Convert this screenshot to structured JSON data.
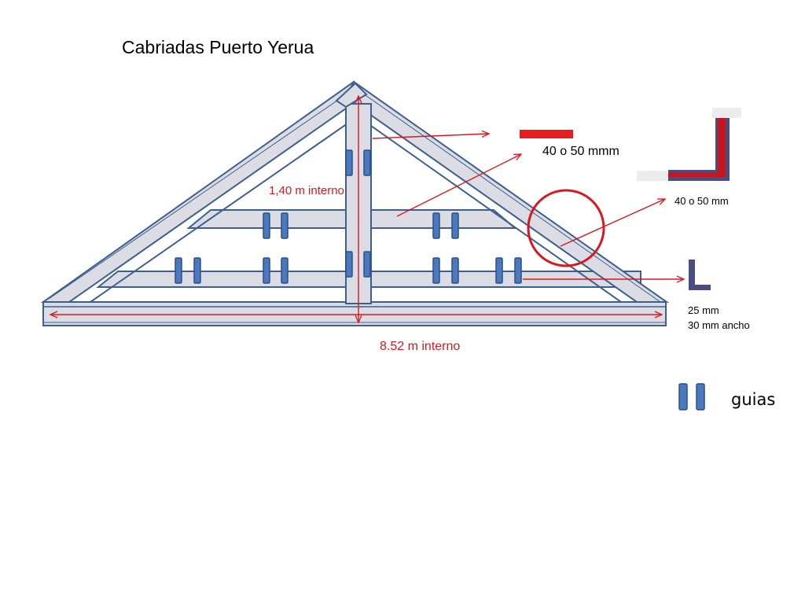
{
  "title": "Cabriadas Puerto Yerua",
  "labels": {
    "height": "1,40 m interno",
    "width": "8.52 m interno",
    "flat_bar": "40 o 50 mmm",
    "angle_large": "40 o 50 mm",
    "angle_small_line1": "25 mm",
    "angle_small_line2": "30 mm ancho"
  },
  "legend": {
    "guides_label": "guias"
  },
  "colors": {
    "member_fill": "#dcdde4",
    "member_stroke": "#3d5f8f",
    "guide_fill": "#4a79c0",
    "annotation_red": "#d8181f",
    "angle_dark": "#4a4d80"
  }
}
